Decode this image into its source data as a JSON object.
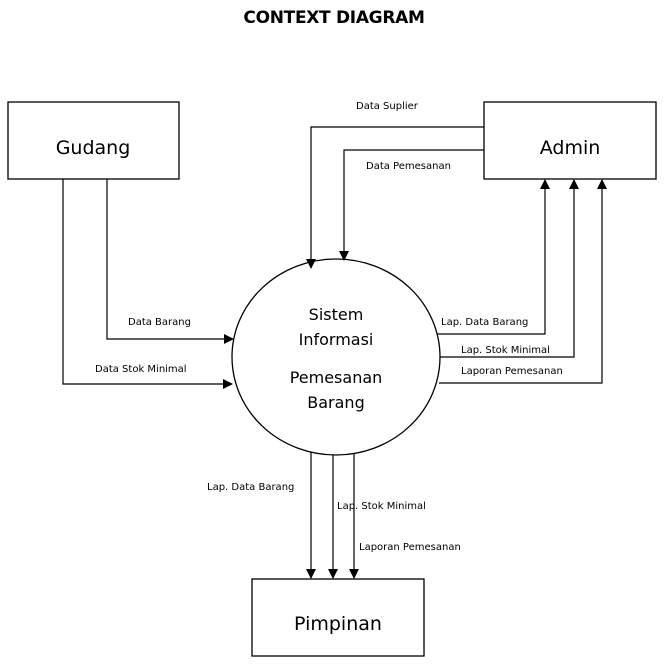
{
  "title": "CONTEXT DIAGRAM",
  "entities": {
    "gudang": "Gudang",
    "admin": "Admin",
    "pimpinan": "Pimpinan"
  },
  "process": {
    "lines": [
      "Sistem",
      "Informasi",
      "Pemesanan",
      "Barang"
    ]
  },
  "flows": {
    "data_suplier": "Data Suplier",
    "data_pemesanan": "Data Pemesanan",
    "data_barang": "Data Barang",
    "data_stok_minimal": "Data Stok Minimal",
    "admin_lap_data_barang": "Lap. Data Barang",
    "admin_lap_stok_minimal": "Lap. Stok Minimal",
    "admin_laporan_pemesanan": "Laporan Pemesanan",
    "pimpinan_lap_data_barang": "Lap. Data Barang",
    "pimpinan_lap_stok_minimal": "Lap. Stok Minimal",
    "pimpinan_laporan_pemesanan": "Laporan Pemesanan"
  }
}
